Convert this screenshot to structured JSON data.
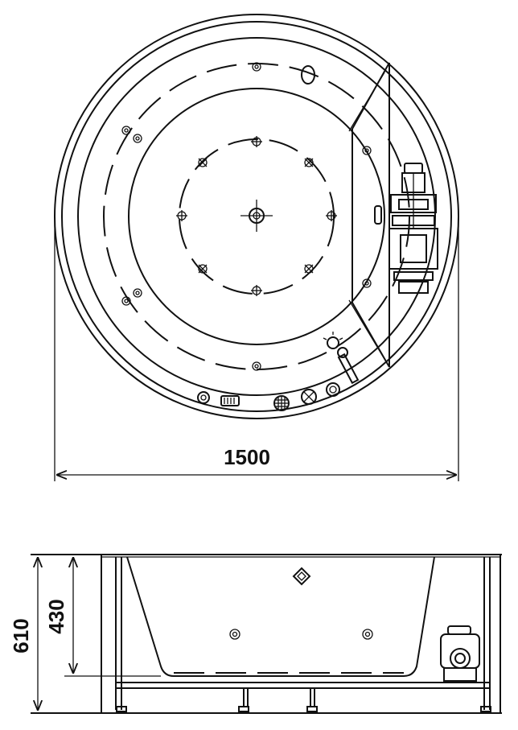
{
  "top_view": {
    "width_label": "1500"
  },
  "side_view": {
    "total_height_label": "610",
    "inner_depth_label": "430"
  }
}
